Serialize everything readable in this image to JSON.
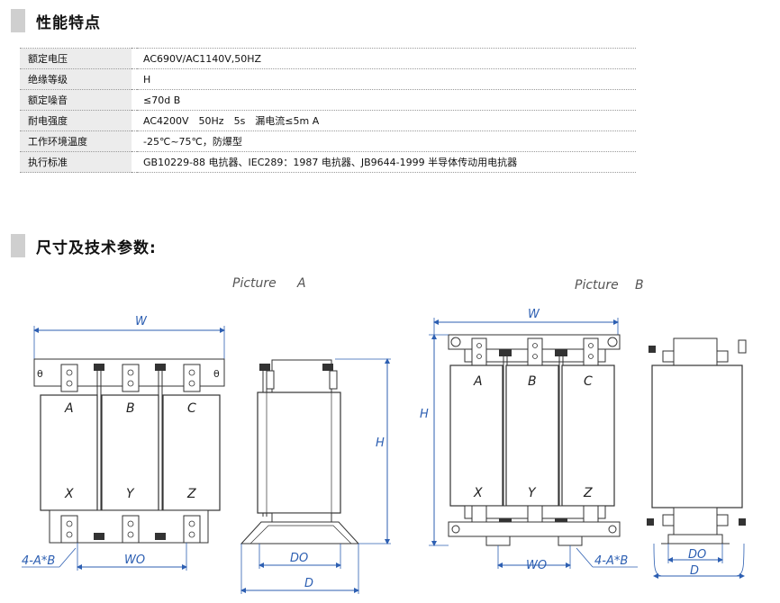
{
  "section1": {
    "title": "性能特点"
  },
  "spec_rows": [
    {
      "key": "额定电压",
      "value": "AC690V/AC1140V,50HZ"
    },
    {
      "key": "绝缘等级",
      "value": "H"
    },
    {
      "key": "额定噪音",
      "value": "≤70d B"
    },
    {
      "key": "耐电强度",
      "value": "AC4200V　50Hz　5s　漏电流≤5m A"
    },
    {
      "key": "工作环境温度",
      "value": "-25℃~75℃，防爆型"
    },
    {
      "key": "执行标准",
      "value": "GB10229-88 电抗器、IEC289：1987 电抗器、JB9644-1999 半导体传动用电抗器"
    }
  ],
  "section2": {
    "title": "尺寸及技术参数:"
  },
  "picture_a": {
    "caption_word": "Picture",
    "caption_letter": "A",
    "dim_w": "W",
    "dim_wo": "WO",
    "dim_h": "H",
    "dim_do": "DO",
    "dim_d": "D",
    "dim_hole": "4-A*B",
    "phase_top": [
      "A",
      "B",
      "C"
    ],
    "phase_bottom": [
      "X",
      "Y",
      "Z"
    ],
    "terminal_mark": "θ"
  },
  "picture_b": {
    "caption_word": "Picture",
    "caption_letter": "B",
    "dim_w": "W",
    "dim_wo": "WO",
    "dim_h": "H",
    "dim_do": "DO",
    "dim_d": "D",
    "dim_hole": "4-A*B",
    "phase_top": [
      "A",
      "B",
      "C"
    ],
    "phase_bottom": [
      "X",
      "Y",
      "Z"
    ]
  },
  "colors": {
    "dimension": "#2d5fb2",
    "heading_bar": "#cfcfcf",
    "key_cell": "#ececec"
  }
}
